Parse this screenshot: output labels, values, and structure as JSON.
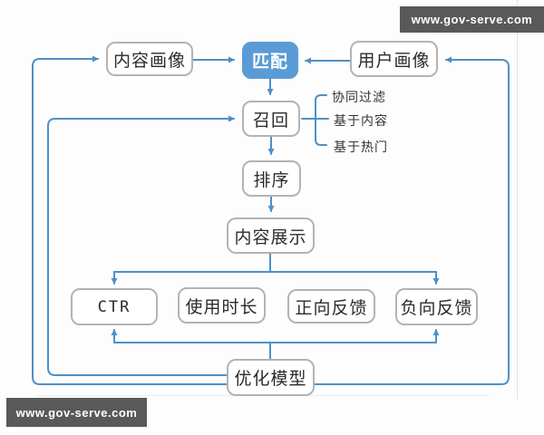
{
  "watermark": {
    "text": "www.gov-serve.com"
  },
  "diagram": {
    "title": "recommendation-system-flow",
    "nodes": {
      "content_profile": "内容画像",
      "match": "匹配",
      "user_profile": "用户画像",
      "recall": "召回",
      "rank": "排序",
      "display": "内容展示",
      "ctr": "CTR",
      "usage_time": "使用时长",
      "positive_feedback": "正向反馈",
      "negative_feedback": "负向反馈",
      "optimize_model": "优化模型"
    },
    "recall_branches": [
      "协同过滤",
      "基于内容",
      "基于热门"
    ],
    "colors": {
      "line": "#4f90c8",
      "highlight_fill": "#5b9bd5",
      "box_border": "#b3b3b3",
      "text": "#2b2b2b",
      "watermark_bg": "#595959",
      "watermark_text": "#ffffff"
    }
  }
}
